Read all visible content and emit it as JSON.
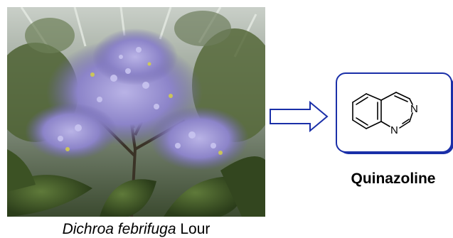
{
  "photo": {
    "icon": "dichroa-febrifuga-flower-photo"
  },
  "caption": {
    "genus": "Dichroa",
    "species": "febrifuga",
    "author": "Lour"
  },
  "arrow": {
    "icon": "right-hollow-arrow-icon",
    "color": "#1a2fa8"
  },
  "molecule": {
    "icon": "quinazoline-structure-icon",
    "name": "Quinazoline",
    "atoms": {
      "n3": "N",
      "n1": "N"
    },
    "box_color": "#1a2fa8"
  }
}
